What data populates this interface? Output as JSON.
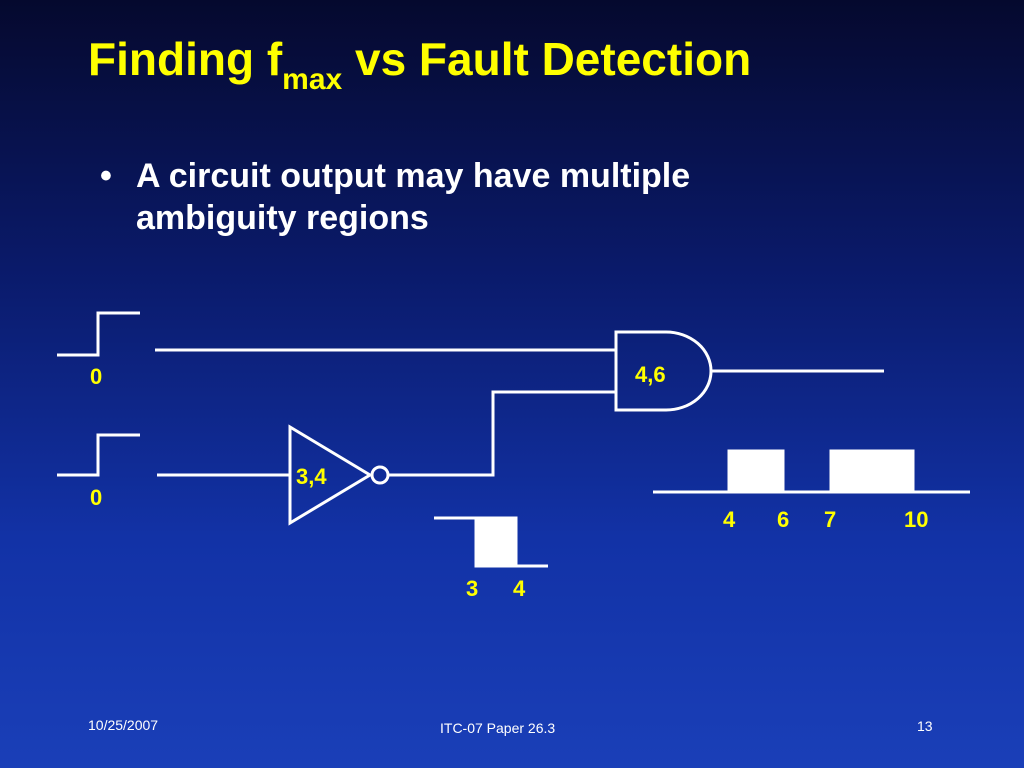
{
  "slide": {
    "title_main": "Finding f",
    "title_sub": "max",
    "title_rest": " vs Fault Detection",
    "bullet_char": "•",
    "bullet_text": "A circuit output may have multiple ambiguity regions"
  },
  "diagram": {
    "input_a_label": "0",
    "input_b_label": "0",
    "inverter_label": "3,4",
    "and_gate_label": "4,6",
    "inverter_wave_labels": [
      "3",
      "4"
    ],
    "output_wave_labels": [
      "4",
      "6",
      "7",
      "10"
    ],
    "colors": {
      "wire": "#ffffff",
      "label": "#ffff00"
    }
  },
  "footer": {
    "date": "10/25/2007",
    "paper": "ITC-07 Paper 26.3",
    "page": "13"
  }
}
